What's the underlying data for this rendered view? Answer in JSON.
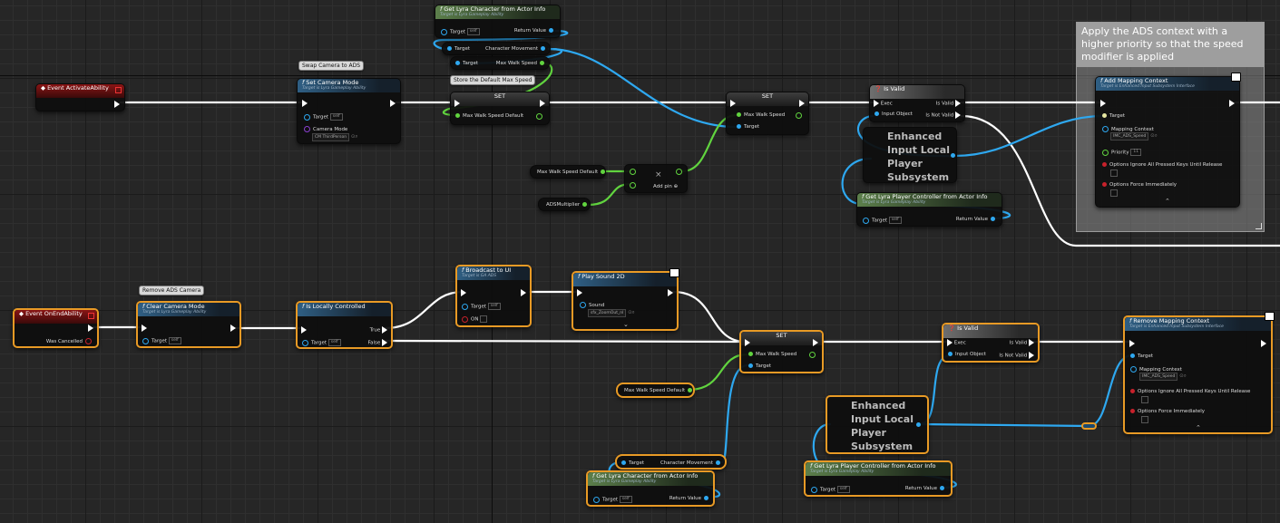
{
  "colors": {
    "exec": "#ffffff",
    "object": "#2ea8f0",
    "float": "#61d43f",
    "bool": "#c7212b",
    "selected": "#e89a25"
  },
  "comments": {
    "swap_camera": "Swap Camera to ADS",
    "store_speed": "Store the Default Max Speed",
    "remove_camera": "Remove ADS Camera",
    "apply_ads": "Apply the ADS context with a higher priority so that the speed modifier is applied"
  },
  "nodes": {
    "event_activate": {
      "title": "Event ActivateAbility"
    },
    "set_camera_mode": {
      "title": "Set Camera Mode",
      "subtitle": "Target is Lyra Gameplay Ability",
      "target": "Target",
      "target_value": "self",
      "camera_mode": "Camera Mode",
      "camera_mode_value": "CM ThirdPerson"
    },
    "get_char_top": {
      "title": "Get Lyra Character from Actor Info",
      "subtitle": "Target is Lyra Gameplay Ability",
      "target": "Target",
      "target_value": "self",
      "return_value": "Return Value"
    },
    "char_movement_top": {
      "target": "Target",
      "output": "Character Movement"
    },
    "max_walk_top": {
      "target": "Target",
      "output": "Max Walk Speed"
    },
    "set_default": {
      "title": "SET",
      "input": "Max Walk Speed Default"
    },
    "set_speed_top": {
      "title": "SET",
      "input": "Max Walk Speed",
      "target": "Target"
    },
    "var_max_walk_default_top": {
      "label": "Max Walk Speed Default"
    },
    "var_ads_multiplier": {
      "label": "ADSMultiplier"
    },
    "multiply": {
      "symbol": "×",
      "add_pin": "Add pin"
    },
    "is_valid_top": {
      "title": "Is Valid",
      "exec": "Exec",
      "is_valid": "Is Valid",
      "input_object": "Input Object",
      "is_not_valid": "Is Not Valid"
    },
    "subsystem_top": {
      "label": "Enhanced Input Local Player Subsystem"
    },
    "get_pc_top": {
      "title": "Get Lyra Player Controller from Actor Info",
      "subtitle": "Target is Lyra Gameplay Ability",
      "target": "Target",
      "target_value": "self",
      "return_value": "Return Value"
    },
    "add_mapping": {
      "title": "Add Mapping Context",
      "subtitle": "Target is Enhanced Input Subsystem Interface",
      "target": "Target",
      "mapping_context": "Mapping Context",
      "mapping_value": "IMC_ADS_Speed",
      "priority": "Priority",
      "priority_value": "11",
      "ignore_keys": "Options Ignore All Pressed Keys Until Release",
      "force": "Options Force Immediately"
    },
    "event_end": {
      "title": "Event OnEndAbility",
      "was_cancelled": "Was Cancelled"
    },
    "clear_camera": {
      "title": "Clear Camera Mode",
      "subtitle": "Target is Lyra Gameplay Ability",
      "target": "Target",
      "target_value": "self"
    },
    "is_locally": {
      "title": "Is Locally Controlled",
      "target": "Target",
      "target_value": "self",
      "true_label": "True",
      "false_label": "False"
    },
    "broadcast": {
      "title": "Broadcast to UI",
      "subtitle": "Target is GA ADS",
      "target": "Target",
      "target_value": "self",
      "on": "ON"
    },
    "play_sound": {
      "title": "Play Sound 2D",
      "sound": "Sound",
      "sound_value": "sfx_ZoomOut_nl"
    },
    "set_speed_bottom": {
      "title": "SET",
      "input": "Max Walk Speed",
      "target": "Target"
    },
    "var_max_walk_default_bottom": {
      "label": "Max Walk Speed Default"
    },
    "char_movement_bottom": {
      "target": "Target",
      "output": "Character Movement"
    },
    "get_char_bottom": {
      "title": "Get Lyra Character from Actor Info",
      "subtitle": "Target is Lyra Gameplay Ability",
      "target": "Target",
      "target_value": "self",
      "return_value": "Return Value"
    },
    "is_valid_bottom": {
      "title": "Is Valid",
      "exec": "Exec",
      "is_valid": "Is Valid",
      "input_object": "Input Object",
      "is_not_valid": "Is Not Valid"
    },
    "subsystem_bottom": {
      "label": "Enhanced Input Local Player Subsystem"
    },
    "get_pc_bottom": {
      "title": "Get Lyra Player Controller from Actor Info",
      "subtitle": "Target is Lyra Gameplay Ability",
      "target": "Target",
      "target_value": "self",
      "return_value": "Return Value"
    },
    "remove_mapping": {
      "title": "Remove Mapping Context",
      "subtitle": "Target is Enhanced Input Subsystem Interface",
      "target": "Target",
      "mapping_context": "Mapping Context",
      "mapping_value": "IMC_ADS_Speed",
      "ignore_keys": "Options Ignore All Pressed Keys Until Release",
      "force": "Options Force Immediately"
    }
  }
}
